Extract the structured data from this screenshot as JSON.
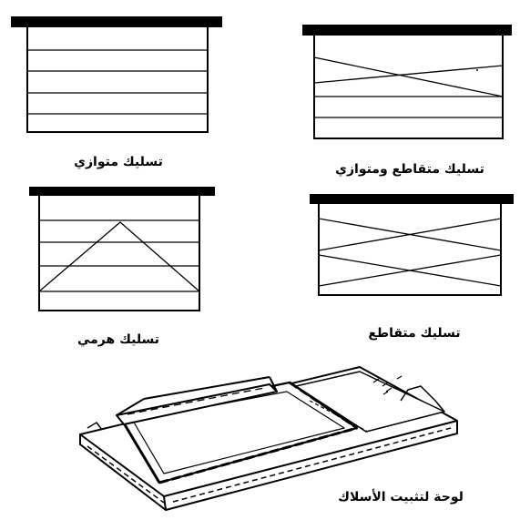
{
  "captions": {
    "parallel": "تسليك متوازي",
    "crossed_parallel": "تسليك متقاطع ومتوازي",
    "pyramid": "تسليك هرمي",
    "crossed": "تسليك متقاطع",
    "board": "لوحة لتثبيت الأسلاك"
  },
  "colors": {
    "ink": "#000000",
    "paper": "#ffffff"
  }
}
